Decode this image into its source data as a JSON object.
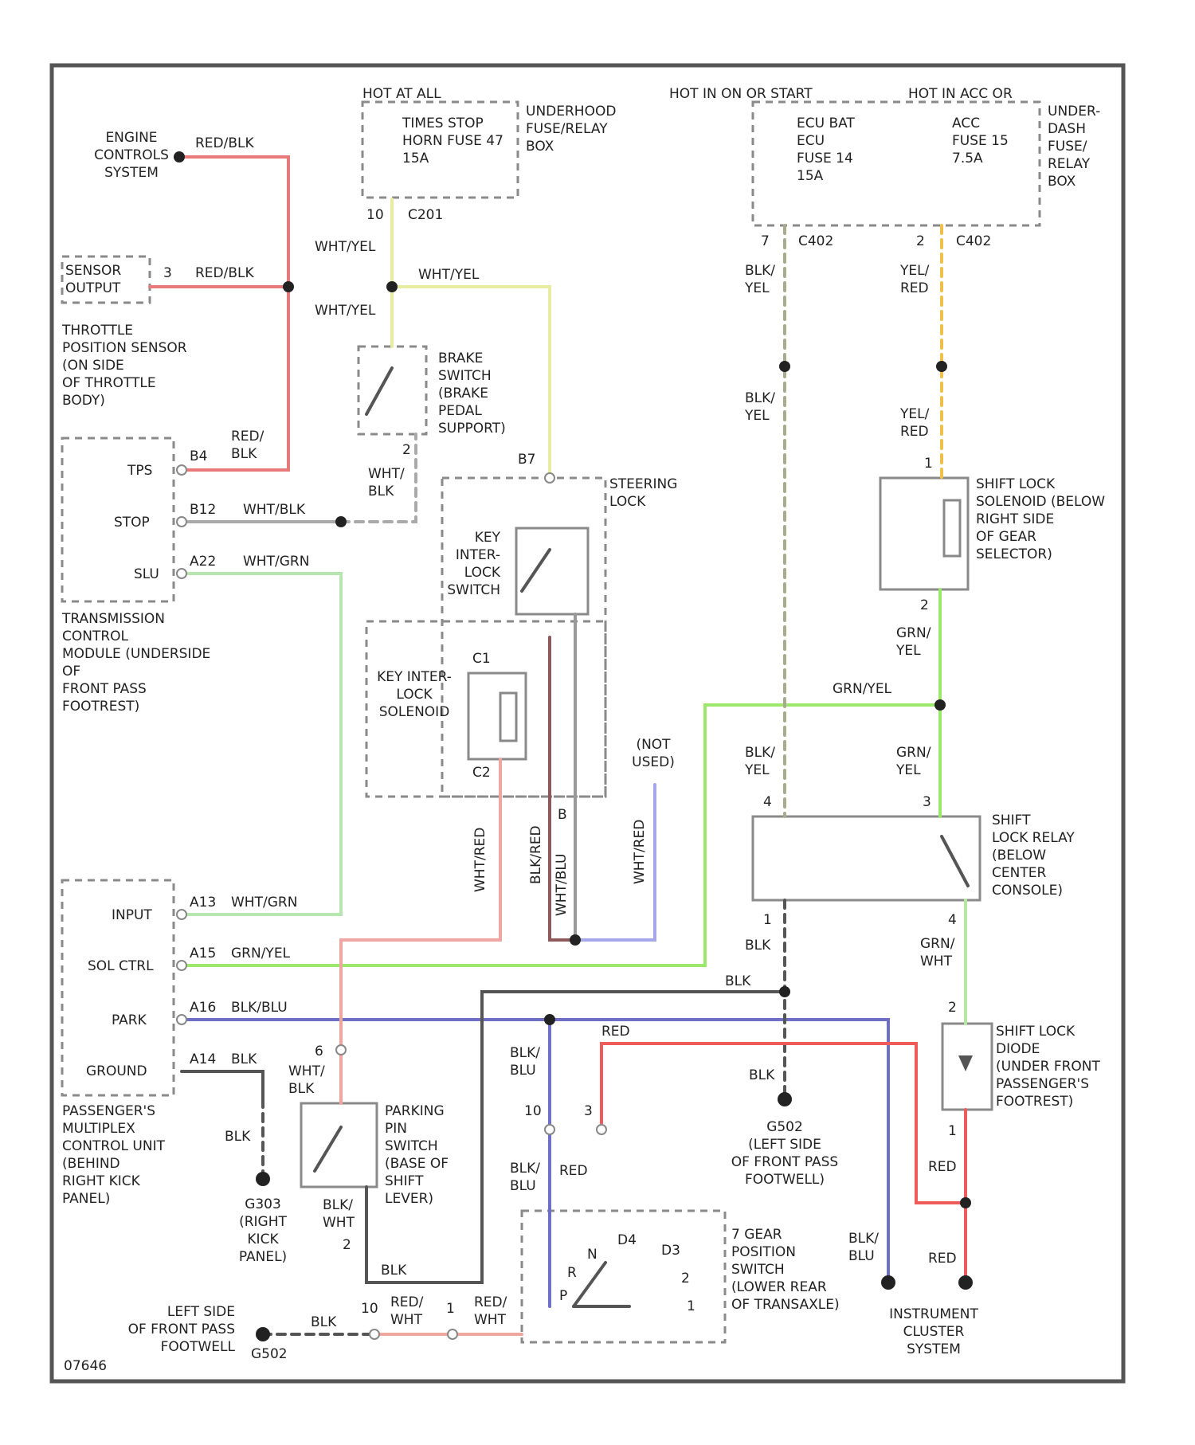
{
  "colors": {
    "red_blk": "#e87a7a",
    "wht_yel": "#e8eba0",
    "wht_grn": "#b8e6b0",
    "wht_blk": "#aaaaaa",
    "grn_yel": "#9be86a",
    "blu_blk": "#6f6fc8",
    "blk": "#555555",
    "blk_yel": "#a9ac8c",
    "yel_red": "#f0c14a",
    "red": "#ef5a5a",
    "wht_blu": "#a6a6ea",
    "red_wht": "#f0a6a0",
    "grn_wht": "#b7e6a0"
  },
  "labels": {
    "engine_controls": "ENGINE\nCONTROLS\nSYSTEM",
    "red_blk_1": "RED/BLK",
    "sensor_output": "SENSOR\nOUTPUT",
    "pin_3": "3",
    "red_blk_2": "RED/BLK",
    "throttle_sensor": "THROTTLE\nPOSITION SENSOR\n(ON SIDE\nOF THROTTLE\nBODY)",
    "red_blk_3": "RED/\nBLK",
    "b4": "B4",
    "tps": "TPS",
    "stop": "STOP",
    "b12": "B12",
    "wht_blk_1": "WHT/BLK",
    "slu": "SLU",
    "a22": "A22",
    "wht_grn_1": "WHT/GRN",
    "tcm": "TRANSMISSION\nCONTROL\nMODULE (UNDERSIDE\nOF\nFRONT PASS\nFOOTREST)",
    "input": "INPUT",
    "a13": "A13",
    "wht_grn_2": "WHT/GRN",
    "sol_ctrl": "SOL CTRL",
    "a15": "A15",
    "grn_yel_1": "GRN/YEL",
    "park": "PARK",
    "a16": "A16",
    "blu_blu": "BLK/BLU",
    "ground": "GROUND",
    "a14": "A14",
    "blk_1": "BLK",
    "multiplex": "PASSENGER'S\nMULTIPLEX\nCONTROL UNIT\n(BEHIND\nRIGHT KICK\nPANEL)",
    "blk_2": "BLK",
    "g303": "G303\n(RIGHT\nKICK\nPANEL)",
    "hot_at_all": "HOT AT ALL",
    "times_stop": "TIMES STOP\nHORN FUSE 47\n15A",
    "underhood_box": "UNDERHOOD\nFUSE/RELAY\nBOX",
    "c201_pin": "10",
    "c201": "C201",
    "wht_yel_1": "WHT/YEL",
    "wht_yel_2": "WHT/YEL",
    "wht_yel_3": "WHT/YEL",
    "brake_switch": "BRAKE\nSWITCH\n(BRAKE\nPEDAL\nSUPPORT)",
    "pin_2a": "2",
    "wht_blk_2": "WHT/\nBLK",
    "pin_b7": "B7",
    "steering_lock": "STEERING\nLOCK",
    "key_interlock_switch": "KEY\nINTER-\nLOCK\nSWITCH",
    "key_interlock_solenoid": "KEY INTER-\nLOCK\nSOLENOID",
    "c1": "C1",
    "c2": "C2",
    "not_used": "(NOT\nUSED)",
    "wht_red_v": "WHT/RED",
    "blk_red_v": "BLK/RED",
    "wht_blu_v": "WHT/BLU",
    "b_pin": "B",
    "wht_red_v2": "WHT/RED",
    "hot_in_on": "HOT IN ON OR START",
    "hot_in_acc": "HOT IN ACC OR",
    "ecu_bat": "ECU BAT\nECU\nFUSE 14\n15A",
    "acc_fuse": "ACC\nFUSE 15\n7.5A",
    "under_dash_box": "UNDER-\nDASH\nFUSE/\nRELAY\nBOX",
    "pin_7": "7",
    "c402a": "C402",
    "pin_2b": "2",
    "c402b": "C402",
    "blk_yel_1": "BLK/\nYEL",
    "yel_red_1": "YEL/\nRED",
    "blk_yel_2": "BLK/\nYEL",
    "yel_red_2": "YEL/\nRED",
    "pin_1a": "1",
    "shift_lock_solenoid": "SHIFT LOCK\nSOLENOID (BELOW\nRIGHT SIDE\nOF GEAR\nSELECTOR)",
    "pin_2c": "2",
    "grn_yel_2": "GRN/\nYEL",
    "grn_yel_3": "GRN/YEL",
    "blk_yel_3": "BLK/\nYEL",
    "grn_yel_4": "GRN/\nYEL",
    "pin_4": "4",
    "pin_3b": "3",
    "shift_lock_relay": "SHIFT\nLOCK RELAY\n(BELOW\nCENTER\nCONSOLE)",
    "pin_1b": "1",
    "pin_4b": "4",
    "blk_3": "BLK",
    "grn_wht_1": "GRN/\nWHT",
    "blk_4": "BLK",
    "red_1": "RED",
    "pin_2d": "2",
    "shift_lock_diode": "SHIFT LOCK\nDIODE\n(UNDER FRONT\nPASSENGER'S\nFOOTREST)",
    "pin_1c": "1",
    "blk_5": "BLK",
    "g502": "G502\n(LEFT SIDE\nOF FRONT PASS\nFOOTWELL)",
    "red_2": "RED",
    "blk_blu_1": "BLK/\nBLU",
    "pin_10": "10",
    "pin_3c": "3",
    "blk_blu_2": "BLK/\nBLU",
    "red_3": "RED",
    "blk_blu_3": "BLK/\nBLU",
    "red_4": "RED",
    "instrument_cluster": "INSTRUMENT\nCLUSTER\nSYSTEM",
    "pin_6": "6",
    "wht_blk_3": "WHT/\nBLK",
    "parking_pin_switch": "PARKING\nPIN\nSWITCH\n(BASE OF\nSHIFT\nLEVER)",
    "blk_wht": "BLK/\nWHT",
    "pin_2e": "2",
    "blk_6": "BLK",
    "gear_switch": "7 GEAR\nPOSITION\nSWITCH\n(LOWER REAR\nOF TRANSAXLE)",
    "gear_n": "N",
    "gear_r": "R",
    "gear_d4": "D4",
    "gear_d3": "D3",
    "gear_p": "P",
    "gear_2": "2",
    "gear_1": "1",
    "left_front": "LEFT SIDE\nOF FRONT PASS\nFOOTWELL",
    "g502b": "G502",
    "blk_7": "BLK",
    "pin_10b": "10",
    "red_wht_1": "RED/\nWHT",
    "pin_1d": "1",
    "red_wht_2": "RED/\nWHT",
    "drawing_id": "07646"
  }
}
